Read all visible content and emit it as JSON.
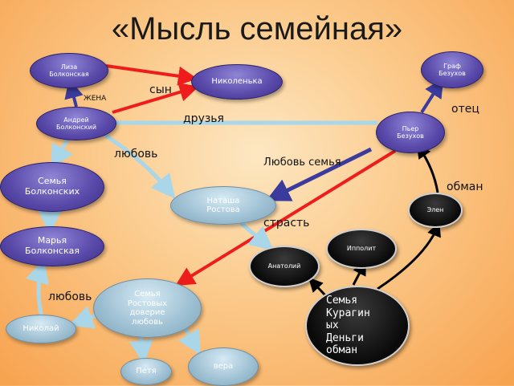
{
  "title": "«Мысль семейная»",
  "nodes": {
    "lisa": "Лиза\nБолконская",
    "nikolenka": "Николенька",
    "andrey": "Андрей\nБолконский",
    "bolkonsky_family": "Семья\nБолконских",
    "marya": "Марья\nБолконская",
    "natasha": "Наташа\nРостова",
    "rostov_family": "Семья\nРостовых\nдоверие\nлюбовь",
    "nikolai": "Николай",
    "petya": "Петя",
    "vera": "вера",
    "count_bezukhov": "Граф\nБезухов",
    "pierre": "Пьер\nБезухов",
    "helene": "Элен",
    "ippolit": "Ипполит",
    "anatoly": "Анатолий",
    "kuragin_family": "Семья\nКурагин\nых\nДеньги\nобман"
  },
  "labels": {
    "son": "сын",
    "wife": "ЖЕНА",
    "father": "отец",
    "friends": "друзья",
    "love1": "любовь",
    "love_family": "Любовь семья",
    "deception": "обман",
    "passion": "страсть",
    "love2": "любовь"
  },
  "colors": {
    "red": "#ee1c1c",
    "blue": "#3b3b9e",
    "lightblue": "#a9d6e8",
    "black": "#000000"
  }
}
